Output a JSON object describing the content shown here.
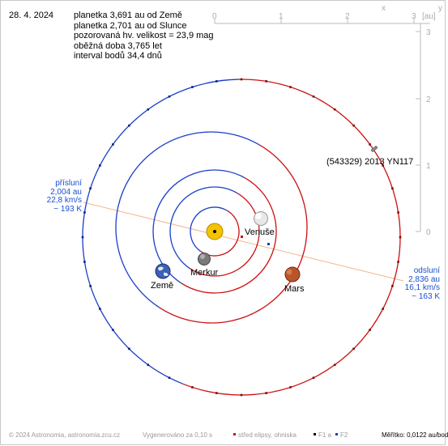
{
  "date": "28. 4. 2024",
  "info": {
    "line1": "planetka 3,691 au od Země",
    "line2": "planetka 2,701 au od Slunce",
    "line3": "pozorovaná hv. velikost = 23,9 mag",
    "line4": "oběžná doba 3,765 let",
    "line5": "interval bodů 34,4 dnů"
  },
  "asteroid_name": "(543329) 2013 YN117",
  "perihelion": {
    "title": "přísluní",
    "dist": "2,004 au",
    "speed": "22,8 km/s",
    "temp": "~ 193 K"
  },
  "aphelion": {
    "title": "odsluní",
    "dist": "2,836 au",
    "speed": "16,1 km/s",
    "temp": "~ 163 K"
  },
  "planets": {
    "venus": "Venuše",
    "mercury": "Merkur",
    "earth": "Země",
    "mars": "Mars"
  },
  "axes": {
    "x_unit": "x",
    "x_unit_bracket": "[au]",
    "y_unit": "y",
    "x_ticks": [
      "0",
      "1",
      "2",
      "3"
    ],
    "y_ticks": [
      "3",
      "2",
      "1",
      "0"
    ]
  },
  "footer": {
    "copyright": "© 2024 Astronomia, astronomia.zcu.cz",
    "generated": "Vygenerováno za 0,10 s",
    "legend_center": "střed elipsy, ohniska",
    "legend_f1": "F1 a",
    "legend_f2": "F2",
    "scale": "Měřítko: 0,0122 au/bod"
  },
  "colors": {
    "orbit_above": "#cc1111",
    "orbit_below": "#1a3fc8",
    "apsis_line": "#f4b58a",
    "label_blue": "#1a4fd0",
    "sun": "#f5c400",
    "axis": "#bbbbbb"
  }
}
